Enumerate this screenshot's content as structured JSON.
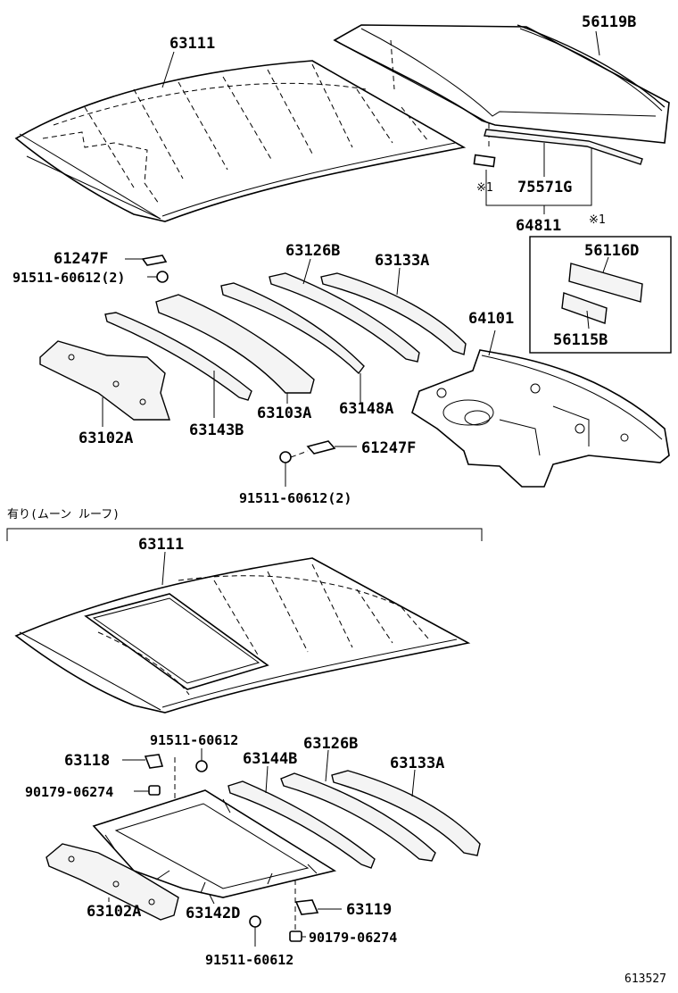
{
  "diagram_id": "613527",
  "sunroof_note": "有り(ムーン ルーフ)",
  "mark_note": "※1",
  "labels": {
    "p63111_top": "63111",
    "p56119b": "56119B",
    "p75571g": "75571G",
    "p64811": "64811",
    "p56116d": "56116D",
    "p56115b": "56115B",
    "p61247f_a": "61247F",
    "p91511_a": "91511-60612(2)",
    "p63126b_top": "63126B",
    "p63133a_top": "63133A",
    "p64101": "64101",
    "p63143b": "63143B",
    "p63103a": "63103A",
    "p63148a": "63148A",
    "p63102a_top": "63102A",
    "p61247f_b": "61247F",
    "p91511_b": "91511-60612(2)",
    "p63111_bot": "63111",
    "p63118": "63118",
    "p91511_c": "91511-60612",
    "p90179_a": "90179-06274",
    "p63144b": "63144B",
    "p63126b_bot": "63126B",
    "p63133a_bot": "63133A",
    "p63119": "63119",
    "p90179_b": "90179-06274",
    "p63102a_bot": "63102A",
    "p63142d": "63142D",
    "p91511_d": "91511-60612"
  }
}
